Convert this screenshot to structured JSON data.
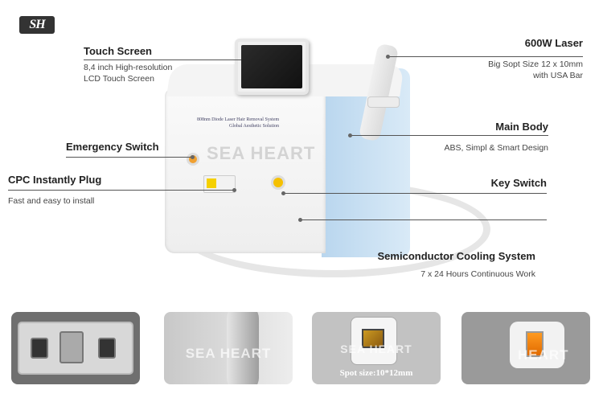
{
  "logo": "SH",
  "machine": {
    "label_lines": [
      "808nm Diode Laser Hair Removal System",
      "Global Aesthetic Solution"
    ],
    "watermark": "SEA HEART"
  },
  "callouts": {
    "touch_screen": {
      "title": "Touch Screen",
      "lines": [
        "8,4 inch High-resolution",
        "LCD Touch Screen"
      ]
    },
    "emergency_switch": {
      "title": "Emergency Switch"
    },
    "cpc_plug": {
      "title": "CPC Instantly Plug",
      "lines": [
        "Fast and easy to install"
      ]
    },
    "laser": {
      "title": "600W Laser",
      "lines": [
        "Big Sopt Size 12 x 10mm",
        "with USA Bar"
      ]
    },
    "main_body": {
      "title": "Main Body",
      "lines": [
        "ABS, Simpl & Smart Design"
      ]
    },
    "key_switch": {
      "title": "Key Switch"
    },
    "cooling": {
      "title": "Semiconductor Cooling System",
      "lines": [
        "7 x 24 Hours Continuous Work"
      ]
    }
  },
  "thumbnails": {
    "t2_watermark": "SEA HEART",
    "t3_watermark": "SEA HEART",
    "t3_caption": "Spot size:10*12mm",
    "t4_watermark": "HEART"
  }
}
